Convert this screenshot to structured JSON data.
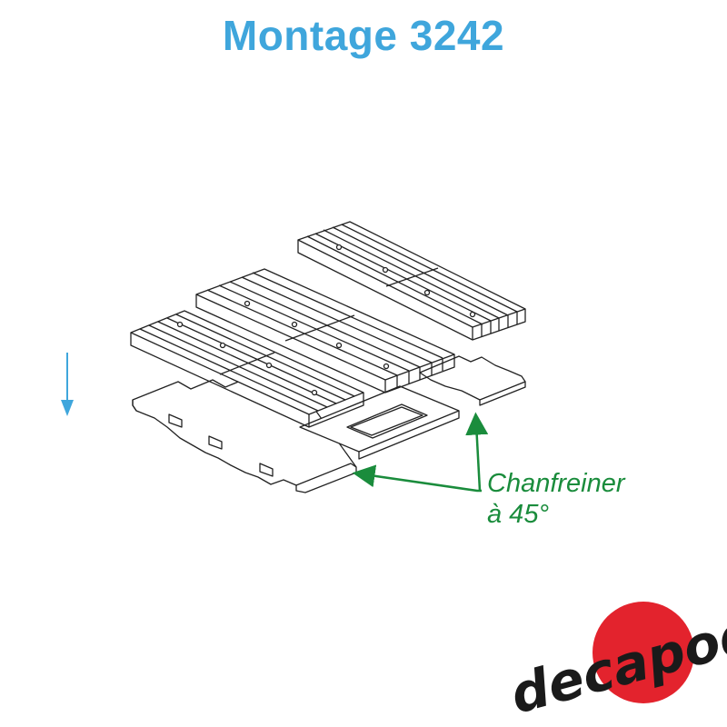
{
  "title": "Montage 3242",
  "annotation": {
    "line1": "Chanfreiner",
    "line2": "à 45°"
  },
  "logo": {
    "text": "decapod",
    "circle_color": "#e3232d",
    "text_color": "#1a1a1a"
  },
  "colors": {
    "title": "#3fa6dc",
    "direction_arrow": "#3fa6dc",
    "callout": "#1a8c3c",
    "line_art": "#222222"
  },
  "icons": {
    "direction": "down-arrow-icon",
    "callout": "callout-arrow-icon"
  }
}
